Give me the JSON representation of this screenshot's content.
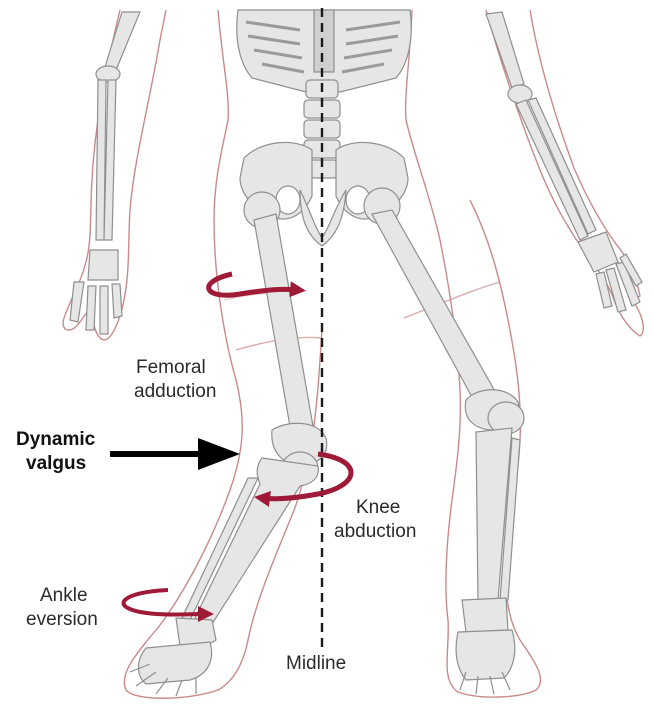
{
  "labels": {
    "femoral_line1": "Femoral",
    "femoral_line2": "adduction",
    "dynamic_line1": "Dynamic",
    "dynamic_line2": "valgus",
    "knee_line1": "Knee",
    "knee_line2": "abduction",
    "ankle_line1": "Ankle",
    "ankle_line2": "eversion",
    "midline": "Midline"
  },
  "colors": {
    "bone": "#e6e6e6",
    "bone_stroke": "#8f8f8f",
    "body_outline": "#c98a8a",
    "arrow": "#9e1a36",
    "pointer_arrow": "#000000",
    "midline": "#1a1a1a"
  }
}
